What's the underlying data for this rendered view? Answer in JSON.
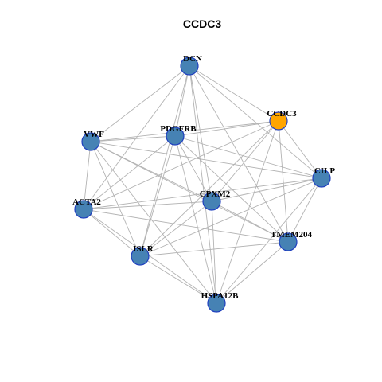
{
  "title": "CCDC3",
  "colors": {
    "node_default": "#4682b4",
    "node_highlight": "#ffa500",
    "node_border": "#1f3fbf",
    "edge": "#b3b3b3"
  },
  "nodes": [
    {
      "id": "DCN",
      "label": "DCN",
      "highlight": false
    },
    {
      "id": "CCDC3",
      "label": "CCDC3",
      "highlight": true
    },
    {
      "id": "VWF",
      "label": "VWF",
      "highlight": false
    },
    {
      "id": "PDGFRB",
      "label": "PDGFRB",
      "highlight": false
    },
    {
      "id": "CILP",
      "label": "CILP",
      "highlight": false
    },
    {
      "id": "CPXM2",
      "label": "CPXM2",
      "highlight": false
    },
    {
      "id": "ACTA2",
      "label": "ACTA2",
      "highlight": false
    },
    {
      "id": "TMEM204",
      "label": "TMEM204",
      "highlight": false
    },
    {
      "id": "ISLR",
      "label": "ISLR",
      "highlight": false
    },
    {
      "id": "HSPA12B",
      "label": "HSPA12B",
      "highlight": false
    }
  ],
  "edges": [
    [
      "DCN",
      "CCDC3"
    ],
    [
      "DCN",
      "VWF"
    ],
    [
      "DCN",
      "PDGFRB"
    ],
    [
      "DCN",
      "CILP"
    ],
    [
      "DCN",
      "CPXM2"
    ],
    [
      "DCN",
      "ACTA2"
    ],
    [
      "DCN",
      "TMEM204"
    ],
    [
      "DCN",
      "ISLR"
    ],
    [
      "DCN",
      "HSPA12B"
    ],
    [
      "CCDC3",
      "VWF"
    ],
    [
      "CCDC3",
      "PDGFRB"
    ],
    [
      "CCDC3",
      "CILP"
    ],
    [
      "CCDC3",
      "CPXM2"
    ],
    [
      "CCDC3",
      "ACTA2"
    ],
    [
      "CCDC3",
      "TMEM204"
    ],
    [
      "CCDC3",
      "ISLR"
    ],
    [
      "CCDC3",
      "HSPA12B"
    ],
    [
      "VWF",
      "PDGFRB"
    ],
    [
      "VWF",
      "CILP"
    ],
    [
      "VWF",
      "CPXM2"
    ],
    [
      "VWF",
      "ACTA2"
    ],
    [
      "VWF",
      "TMEM204"
    ],
    [
      "VWF",
      "ISLR"
    ],
    [
      "VWF",
      "HSPA12B"
    ],
    [
      "PDGFRB",
      "CILP"
    ],
    [
      "PDGFRB",
      "CPXM2"
    ],
    [
      "PDGFRB",
      "ACTA2"
    ],
    [
      "PDGFRB",
      "TMEM204"
    ],
    [
      "PDGFRB",
      "ISLR"
    ],
    [
      "PDGFRB",
      "HSPA12B"
    ],
    [
      "CILP",
      "CPXM2"
    ],
    [
      "CILP",
      "ACTA2"
    ],
    [
      "CILP",
      "TMEM204"
    ],
    [
      "CILP",
      "ISLR"
    ],
    [
      "CILP",
      "HSPA12B"
    ],
    [
      "CPXM2",
      "ACTA2"
    ],
    [
      "CPXM2",
      "TMEM204"
    ],
    [
      "CPXM2",
      "ISLR"
    ],
    [
      "CPXM2",
      "HSPA12B"
    ],
    [
      "ACTA2",
      "TMEM204"
    ],
    [
      "ACTA2",
      "ISLR"
    ],
    [
      "ACTA2",
      "HSPA12B"
    ],
    [
      "TMEM204",
      "ISLR"
    ],
    [
      "TMEM204",
      "HSPA12B"
    ],
    [
      "ISLR",
      "HSPA12B"
    ]
  ]
}
